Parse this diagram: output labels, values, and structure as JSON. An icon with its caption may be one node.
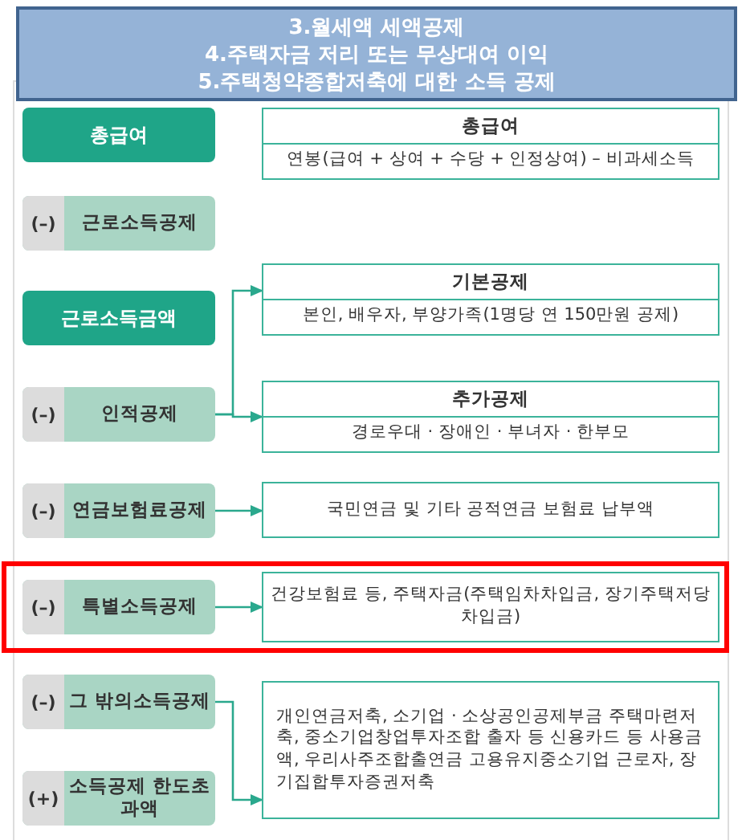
{
  "diagram": {
    "nodes": [
      {
        "text": [
          "총급여"
        ]
      },
      {
        "text": [
          "총급여",
          "연봉(급여 + 상여 + 수당 + 인정상여) – 비과세소득"
        ]
      },
      {
        "text": [
          "(–)",
          "근로소득공제"
        ]
      },
      {
        "text": [
          "근로소득금액"
        ]
      },
      {
        "text": [
          "기본공제",
          "본인, 배우자, 부양가족(1명당 연 150만원 공제)"
        ]
      },
      {
        "text": [
          "(–)",
          "인적공제"
        ]
      },
      {
        "text": [
          "추가공제",
          "경로우대 · 장애인 · 부녀자 · 한부모"
        ]
      },
      {
        "text": [
          "(–)",
          "연금보험료공제"
        ]
      },
      {
        "text": [
          "국민연금 및 기타 공적연금 보험료 납부액"
        ]
      },
      {
        "text": [
          "(–)",
          "특별소득공제"
        ]
      },
      {
        "text": [
          "건강보험료 등, 주택자금(주택임차차입금, 장기주택저당차입금)"
        ]
      },
      {
        "text": [
          "(–)",
          "그 밖의소득공제"
        ]
      },
      {
        "text": [
          "(+)",
          "소득공제 한도초과액"
        ]
      },
      {
        "text": [
          "개인연금저축, 소기업 · 소상공인공제부금 주택마련저축, 중소기업창업투자조합 출자 등 신용카드 등 사용금액, 우리사주조합출연금 고용유지중소기업 근로자, 장기집합투자증권저축"
        ]
      }
    ],
    "edges": [
      {
        "from": 5,
        "to": 4,
        "arrow": "to"
      },
      {
        "from": 5,
        "to": 6,
        "arrow": "to"
      },
      {
        "from": 7,
        "to": 8,
        "arrow": "to"
      },
      {
        "from": 9,
        "to": 10,
        "arrow": "to"
      },
      {
        "from": 11,
        "to": 13,
        "arrow": "to"
      }
    ],
    "labels": [
      "3.월세액 세액공제",
      "4.주택자금 저리 또는 무상대여 이익",
      "5.주택청약종합저축에 대한 소득 공제"
    ]
  }
}
